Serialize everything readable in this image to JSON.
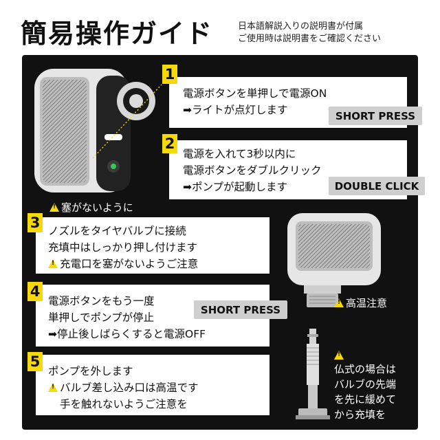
{
  "header": {
    "title": "簡易操作ガイド",
    "subtitle_line1": "日本語解説入りの説明書が付属",
    "subtitle_line2": "ご使用時は説明書をご確認ください"
  },
  "steps": [
    {
      "number": "1",
      "lines": [
        "電源ボタンを単押しで電源ON",
        "➡ライトが点灯します"
      ],
      "badge": "SHORT PRESS"
    },
    {
      "number": "2",
      "lines": [
        "電源を入れて3秒以内に",
        "電源ボタンをダブルクリック",
        "➡ポンプが起動します"
      ],
      "badge": "DOUBLE CLICK"
    },
    {
      "number": "3",
      "lines": [
        "ノズルをタイヤバルブに接続",
        "充填中はしっかり押し付けます",
        "充電口を塞がないようご注意"
      ]
    },
    {
      "number": "4",
      "lines": [
        "電源ボタンをもう一度",
        "単押しでポンプが停止",
        "➡停止後しばらくすると電源OFF"
      ],
      "badge": "SHORT PRESS"
    },
    {
      "number": "5",
      "lines": [
        "ポンプを外します",
        "バルブ差し込み口は高温です",
        "手を触れないようご注意を"
      ]
    }
  ],
  "notes": {
    "port_warning": "塞がないように",
    "hot_warning": "高温注意",
    "valve_tip": [
      "仏式の場合は",
      "バルブの先端",
      "を先に緩めて",
      "から充填を"
    ]
  },
  "colors": {
    "panel": "#111111",
    "accent": "#f5d90a",
    "badge": "#cfcfcf",
    "box": "#ffffff"
  },
  "icons": [
    "warning-icon",
    "arrow-right-icon"
  ]
}
